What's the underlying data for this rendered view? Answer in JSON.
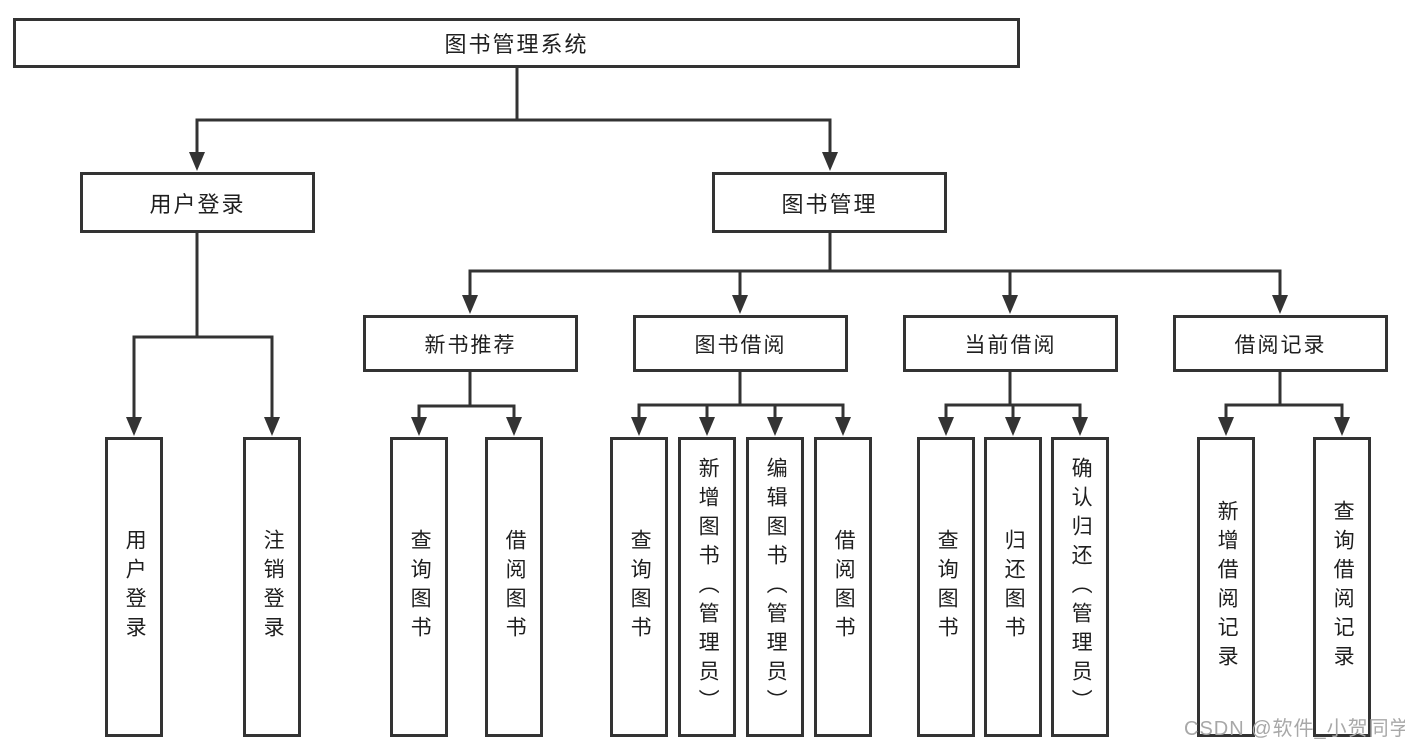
{
  "diagram": {
    "root": {
      "label": "图书管理系统"
    },
    "branches": {
      "user_login": {
        "label": "用户登录",
        "children": {
          "user_login": {
            "label": "用户登录"
          },
          "logout": {
            "label": "注销登录"
          }
        }
      },
      "book_mgmt": {
        "label": "图书管理",
        "modules": {
          "new_book_rec": {
            "label": "新书推荐",
            "children": {
              "query_book": {
                "label": "查询图书"
              },
              "borrow_book": {
                "label": "借阅图书"
              }
            }
          },
          "book_borrow": {
            "label": "图书借阅",
            "children": {
              "query_book": {
                "label": "查询图书"
              },
              "add_book_admin": {
                "label": "新增图书（管理员）"
              },
              "edit_book_admin": {
                "label": "编辑图书（管理员）"
              },
              "borrow_book": {
                "label": "借阅图书"
              }
            }
          },
          "current_borrow": {
            "label": "当前借阅",
            "children": {
              "query_book": {
                "label": "查询图书"
              },
              "return_book": {
                "label": "归还图书"
              },
              "confirm_return_admin": {
                "label": "确认归还（管理员）"
              }
            }
          },
          "borrow_records": {
            "label": "借阅记录",
            "children": {
              "add_borrow_record": {
                "label": "新增借阅记录"
              },
              "query_borrow_record": {
                "label": "查询借阅记录"
              }
            }
          }
        }
      }
    }
  },
  "watermark": {
    "text": "CSDN @软件_小贺同学"
  },
  "colors": {
    "line": "#333333",
    "node_border": "#333333",
    "node_fill": "#ffffff",
    "text": "#1f1f1f",
    "watermark": "#a8a8a8"
  }
}
